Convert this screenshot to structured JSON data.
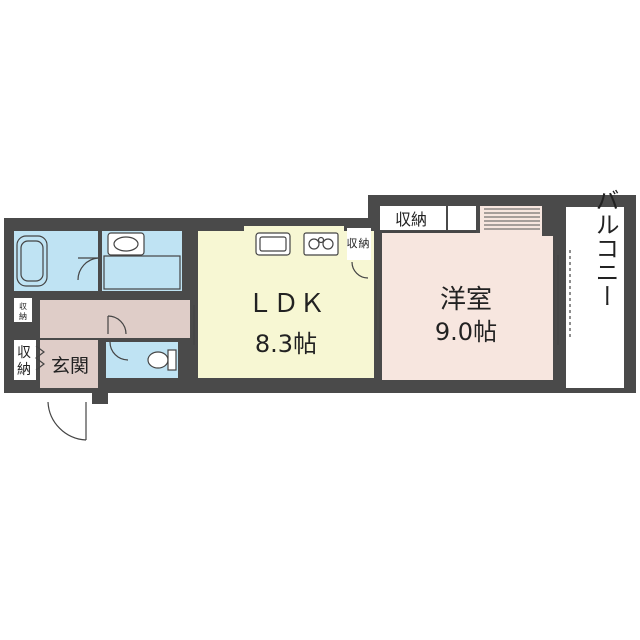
{
  "rooms": {
    "ldk": {
      "name": "ＬＤＫ",
      "size": "8.3帖"
    },
    "western": {
      "name": "洋室",
      "size": "9.0帖"
    },
    "entrance": {
      "name": "玄関"
    },
    "balcony": {
      "name": "バルコニー"
    }
  },
  "storage": {
    "top": "収納",
    "ldk": [
      "収",
      "納"
    ],
    "hall_small": [
      "収",
      "納"
    ],
    "entrance": [
      "収",
      "納"
    ]
  },
  "colors": {
    "wall": "#4a4a4a",
    "ldk": "#f7f7d3",
    "western": "#f7e6df",
    "wet": "#bfe3f3",
    "hall": "#dfcdc8",
    "balcony_bg": "#ffffff"
  }
}
